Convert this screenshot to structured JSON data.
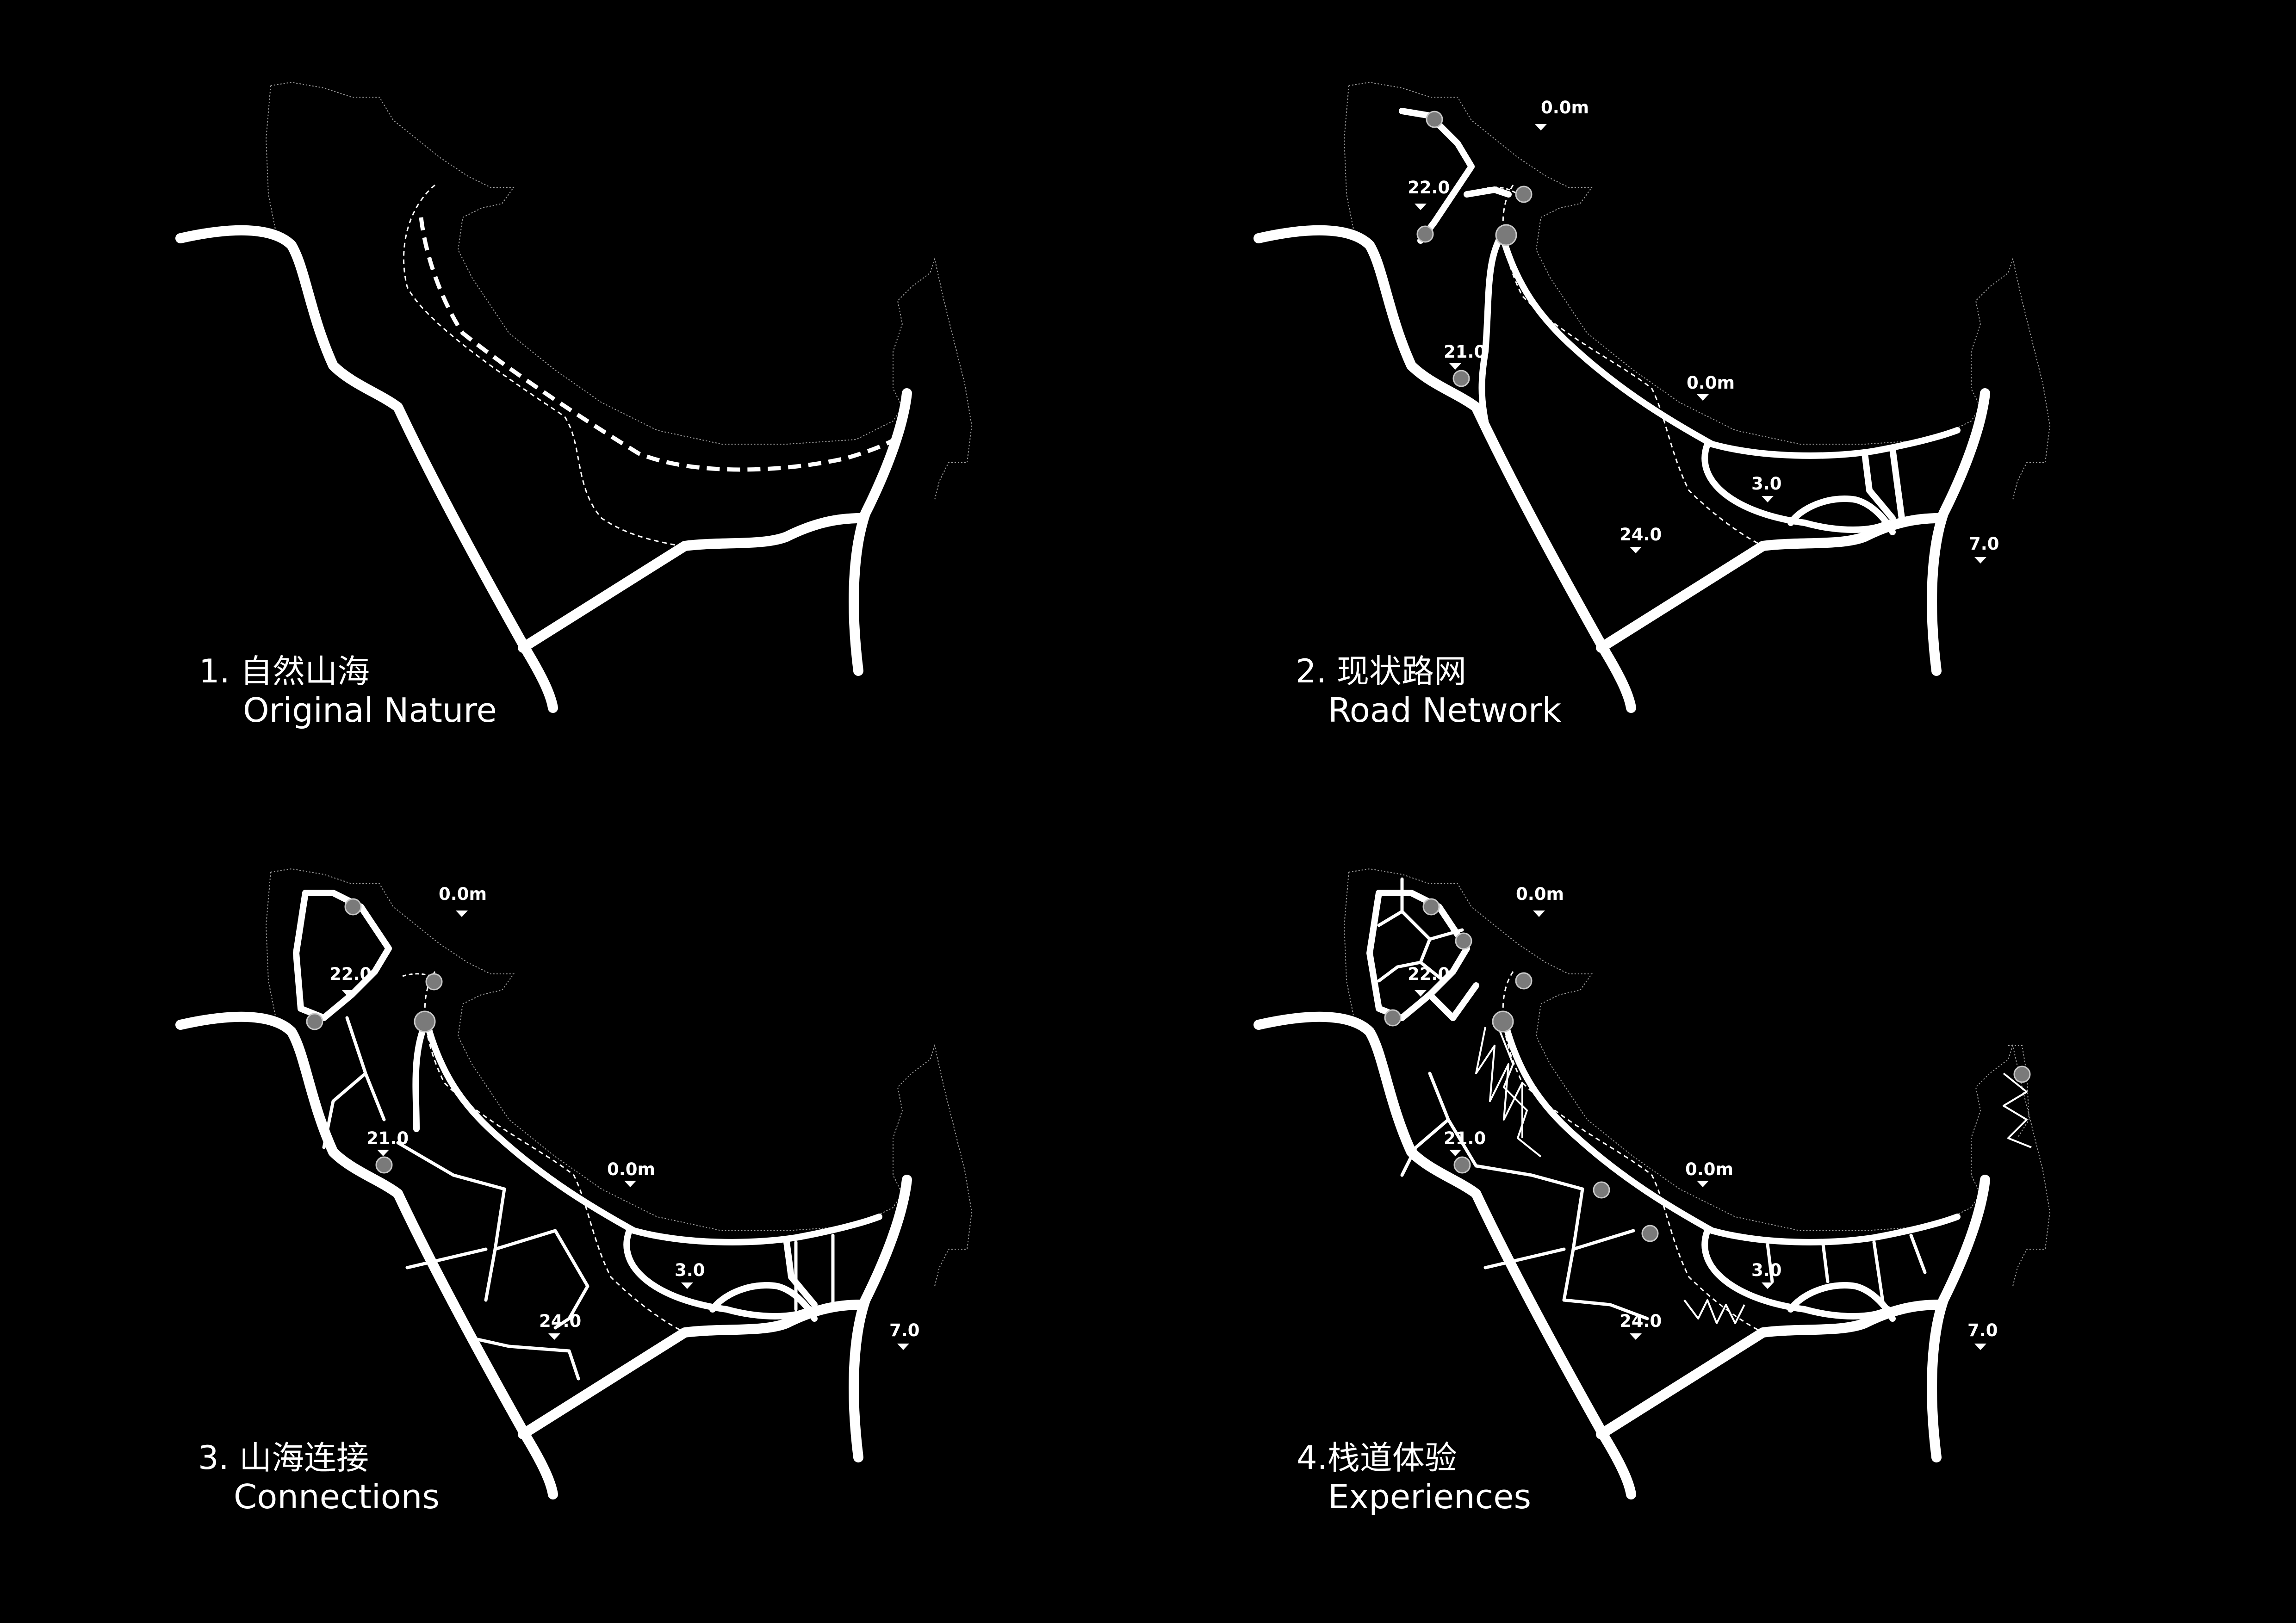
{
  "colors": {
    "background": "#000000",
    "road": "#ffffff",
    "outline": "#9a9a9a",
    "node_fill": "#7a7a7a",
    "node_stroke": "#c8c8c8"
  },
  "panels": [
    {
      "caption_cn": "1. 自然山海",
      "caption_en": "Original Nature",
      "elevations": []
    },
    {
      "caption_cn": "2. 现状路网",
      "caption_en": "Road Network",
      "elevations": [
        "0.0m",
        "22.0",
        "21.0",
        "0.0m",
        "3.0",
        "24.0",
        "7.0"
      ]
    },
    {
      "caption_cn": "3. 山海连接",
      "caption_en": "Connections",
      "elevations": [
        "0.0m",
        "22.0",
        "21.0",
        "0.0m",
        "3.0",
        "24.0",
        "7.0"
      ]
    },
    {
      "caption_cn": "4.栈道体验",
      "caption_en": "Experiences",
      "elevations": [
        "0.0m",
        "22.0",
        "21.0",
        "0.0m",
        "3.0",
        "24.0",
        "7.0"
      ]
    }
  ],
  "icons": {
    "elevation_marker": "triangle-down-icon",
    "viewpoint": "circle-node-icon"
  }
}
